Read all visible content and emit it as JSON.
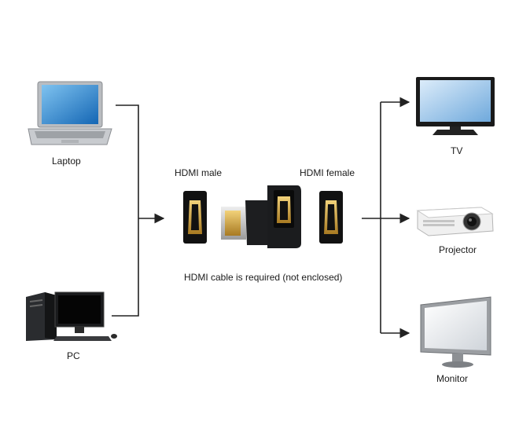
{
  "diagram": {
    "sources": [
      {
        "id": "laptop",
        "label": "Laptop",
        "icon": "laptop-icon"
      },
      {
        "id": "pc",
        "label": "PC",
        "icon": "desktop-pc-icon"
      }
    ],
    "adapter": {
      "male_label": "HDMI male",
      "female_label": "HDMI female",
      "note": "HDMI cable is required (not enclosed)",
      "icons": [
        "hdmi-male-port-icon",
        "hdmi-angle-adapter-icon",
        "hdmi-female-port-icon"
      ]
    },
    "outputs": [
      {
        "id": "tv",
        "label": "TV",
        "icon": "tv-icon"
      },
      {
        "id": "projector",
        "label": "Projector",
        "icon": "projector-icon"
      },
      {
        "id": "monitor",
        "label": "Monitor",
        "icon": "monitor-icon"
      }
    ],
    "colors": {
      "line": "#222222",
      "screen": "#1f86d1",
      "gold": "#d4a441"
    }
  }
}
